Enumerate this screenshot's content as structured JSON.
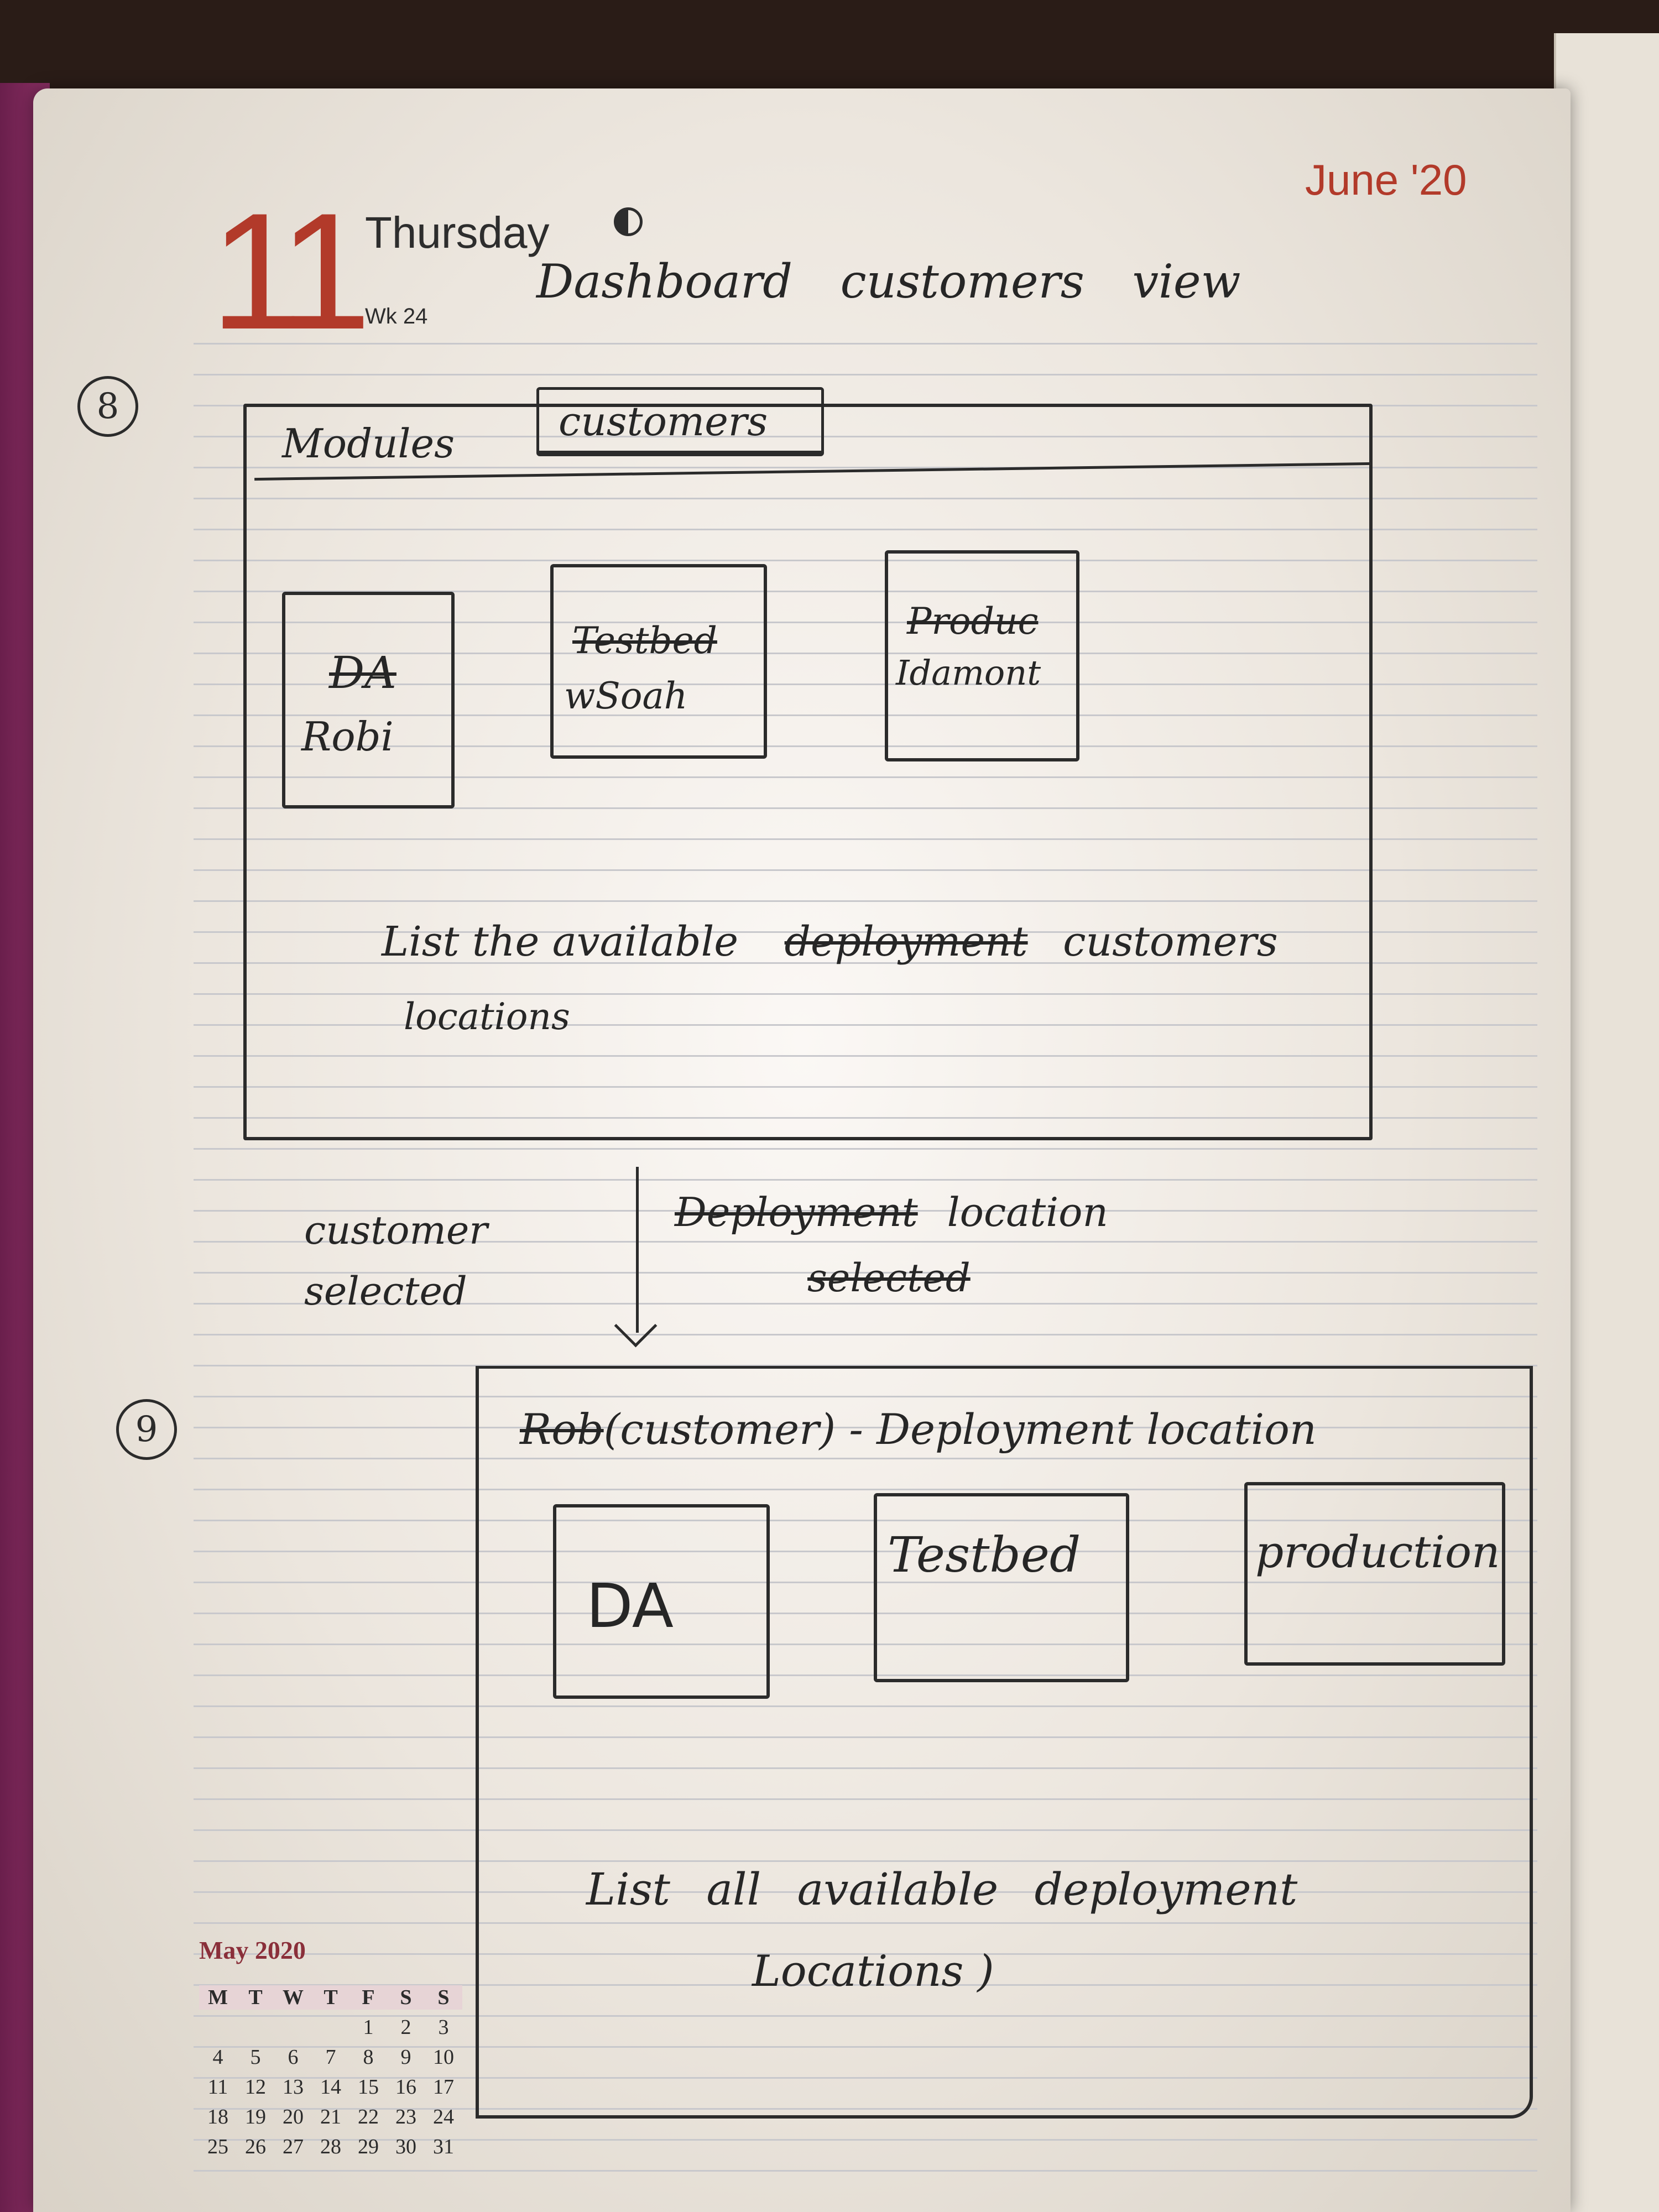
{
  "diary": {
    "date_number": "11",
    "weekday": "Thursday",
    "week": "Wk 24",
    "month": "June '20"
  },
  "sketch": {
    "title": "Dashboard customers view",
    "step8": {
      "number": "8",
      "tabs": [
        "Modules",
        "customers"
      ],
      "cards": [
        {
          "struck": "DA",
          "label": "Robi"
        },
        {
          "struck": "Testbed",
          "label": "wSoah"
        },
        {
          "struck": "Produc",
          "label": "Idamont"
        }
      ],
      "note_line1_pre": "List the available",
      "note_line1_struck": "deployment",
      "note_line1_post": "customers",
      "note_line2": "locations",
      "flow_left": "customer selected",
      "flow_right_struck1": "Deployment",
      "flow_right_text": "location",
      "flow_right_struck2": "selected"
    },
    "step9": {
      "number": "9",
      "header_struck": "Rob",
      "header_text": "(customer) - Deployment location",
      "cards": [
        "DA",
        "Testbed",
        "production"
      ],
      "note_line1": "List all available deployment",
      "note_line2": "Locations )"
    }
  },
  "calendar": {
    "title": "May 2020",
    "headers": [
      "M",
      "T",
      "W",
      "T",
      "F",
      "S",
      "S"
    ],
    "days": [
      "",
      "",
      "",
      "",
      "1",
      "2",
      "3",
      "4",
      "5",
      "6",
      "7",
      "8",
      "9",
      "10",
      "11",
      "12",
      "13",
      "14",
      "15",
      "16",
      "17",
      "18",
      "19",
      "20",
      "21",
      "22",
      "23",
      "24",
      "25",
      "26",
      "27",
      "28",
      "29",
      "30",
      "31"
    ]
  }
}
